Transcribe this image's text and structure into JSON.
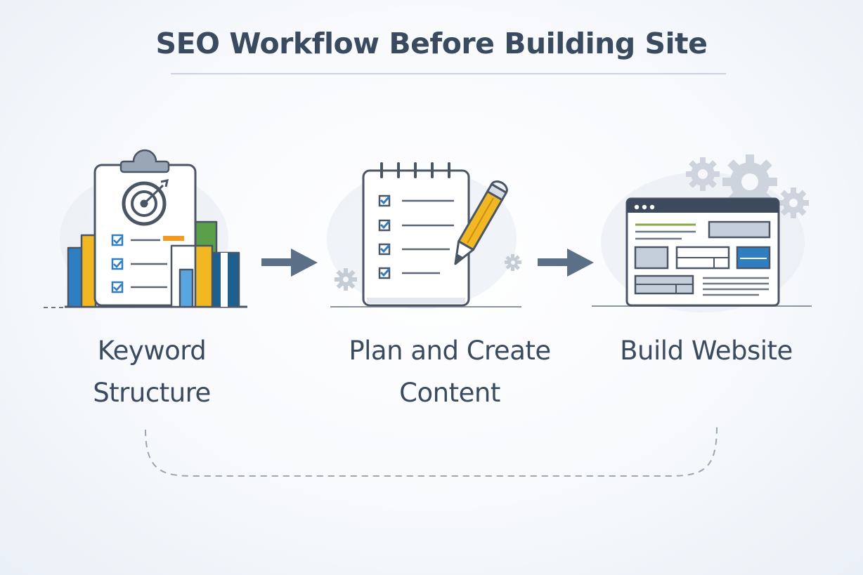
{
  "diagram": {
    "title": "SEO Workflow Before Building Site",
    "steps": [
      {
        "line1": "Keyword",
        "line2": "Structure",
        "icon": "clipboard-target-icon"
      },
      {
        "line1": "Plan and Create",
        "line2": "Content",
        "icon": "notepad-pencil-icon"
      },
      {
        "line1": "Build Website",
        "line2": "",
        "icon": "browser-window-icon"
      }
    ]
  },
  "colors": {
    "text": "#3a4a5f",
    "outline": "#4a5566",
    "accent_yellow": "#f2b824",
    "accent_blue": "#2e7ec1",
    "accent_navy": "#1f5f8e",
    "accent_green": "#5aa04a",
    "accent_orange": "#f29a1f",
    "arrow": "#5b6f87",
    "gear": "#c4ccd6"
  }
}
